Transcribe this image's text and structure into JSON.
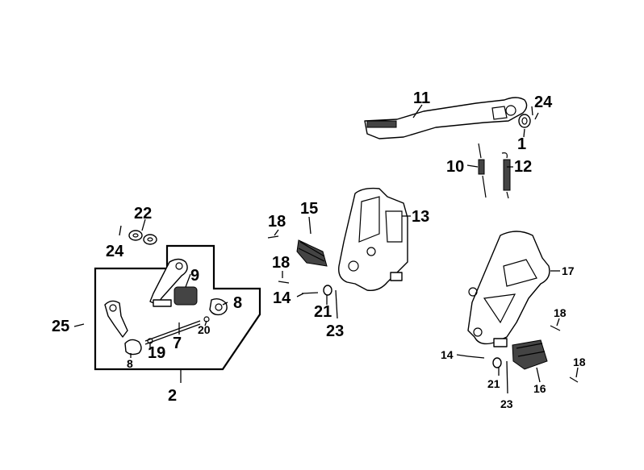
{
  "callouts": {
    "c1": "1",
    "c2": "2",
    "c7": "7",
    "c8a": "8",
    "c8b": "8",
    "c9": "9",
    "c10": "10",
    "c11": "11",
    "c12": "12",
    "c13": "13",
    "c14a": "14",
    "c14b": "14",
    "c15": "15",
    "c16": "16",
    "c17": "17",
    "c18a": "18",
    "c18b": "18",
    "c18c": "18",
    "c18d": "18",
    "c19": "19",
    "c20": "20",
    "c21a": "21",
    "c21b": "21",
    "c22": "22",
    "c23a": "23",
    "c23b": "23",
    "c24a": "24",
    "c24b": "24",
    "c25": "25"
  }
}
